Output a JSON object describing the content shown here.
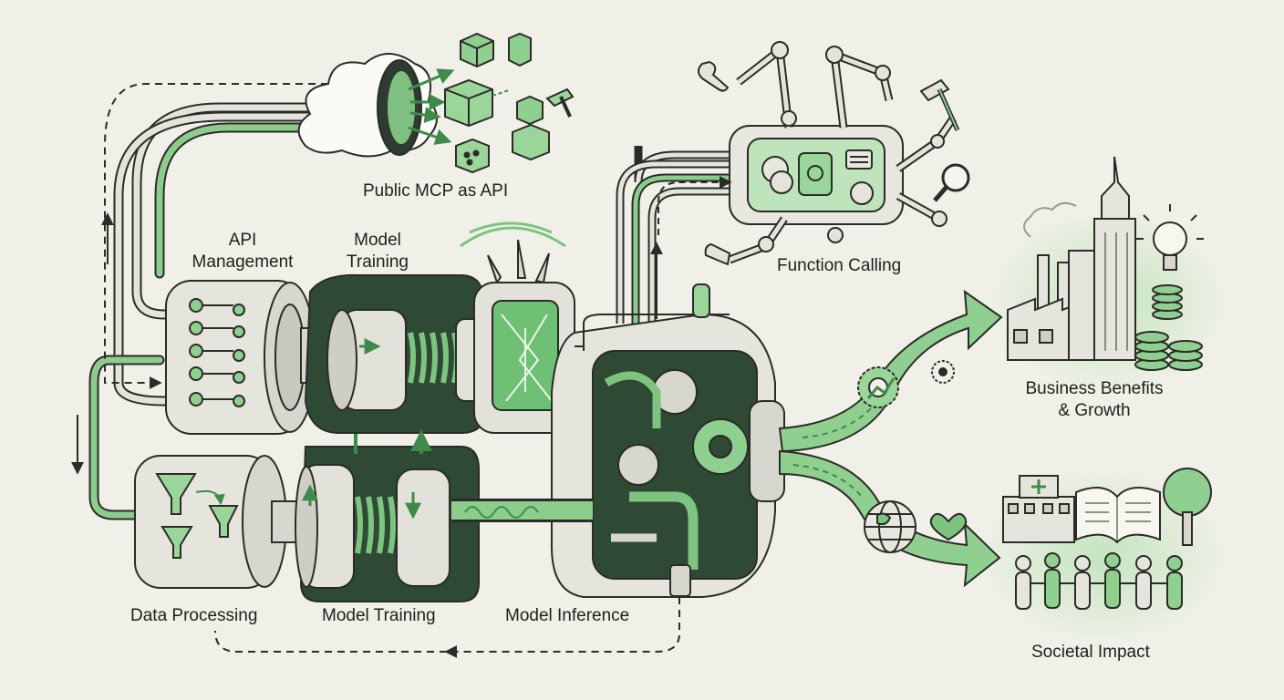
{
  "labels": {
    "public_mcp": "Public MCP as API",
    "api_management": "API\nManagement",
    "model_training_top": "Model\nTraining",
    "function_calling": "Function Calling",
    "business": "Business Benefits\n& Growth",
    "data_processing": "Data Processing",
    "model_training_bottom": "Model Training",
    "model_inference": "Model Inference",
    "societal": "Societal Impact"
  },
  "icons": [
    "cloud-portal-icon",
    "building-blocks-icon",
    "hammer-icon",
    "robot-arm-icon",
    "wrench-icon",
    "magnifier-icon",
    "gear-icon",
    "funnel-icon",
    "spring-coil-icon",
    "neural-chip-icon",
    "factory-icon",
    "skyscraper-icon",
    "lightbulb-icon",
    "coin-stack-icon",
    "growth-arrow-icon",
    "globe-icon",
    "heart-icon",
    "hospital-icon",
    "open-book-icon",
    "tree-icon",
    "people-group-icon"
  ],
  "colors": {
    "background": "#f1f0e8",
    "ink": "#2b2b27",
    "accent_green": "#7cc47f",
    "accent_green_dark": "#3f8a4a",
    "light_green": "#cfe9cb",
    "metal": "#e4e3dc"
  }
}
